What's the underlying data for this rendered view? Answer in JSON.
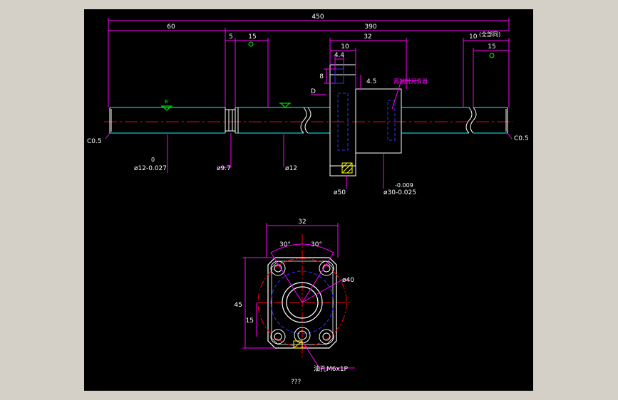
{
  "colors": {
    "background": "#000000",
    "frame": "#d4d0c8",
    "dimension": "#ffffff",
    "dimension_line": "#ff00ff",
    "outline": "#ffffff",
    "shaft_edge": "#00ffff",
    "centerline": "#ff0000",
    "hidden": "#3333ff",
    "text_green": "#00ff00",
    "leader": "#ff00ff",
    "hatch": "#ffff00"
  },
  "top_view": {
    "dim_450": "450",
    "dim_390": "390",
    "dim_60": "60",
    "dim_5": "5",
    "dim_15_left": "15",
    "dim_32": "32",
    "dim_10": "10",
    "dim_4_4": "4.4",
    "dim_8": "8",
    "dim_4_5": "4.5",
    "dim_10_right": "10",
    "dim_15_right": "15",
    "note_top_right": "(全部同)",
    "note_nut": "两端附润滑器",
    "label_d": "D",
    "chamfer_left": "C0.5",
    "chamfer_right": "C0.5",
    "dia_12_tol_top": "0",
    "dia_12_tol": "ø12-0.027",
    "dia_9_7": "ø9.7",
    "dia_12": "ø12",
    "dia_50": "ø50",
    "dia_30_tol_top": "-0.009",
    "dia_30_tol": "ø30-0.025",
    "roughness": "6"
  },
  "section_view": {
    "dim_32": "32",
    "angle_left": "30°",
    "angle_right": "30°",
    "dia_40": "ø40",
    "dim_45": "45",
    "dim_15": "15",
    "hole_note": "油孔M6x1P",
    "caption": "???"
  }
}
